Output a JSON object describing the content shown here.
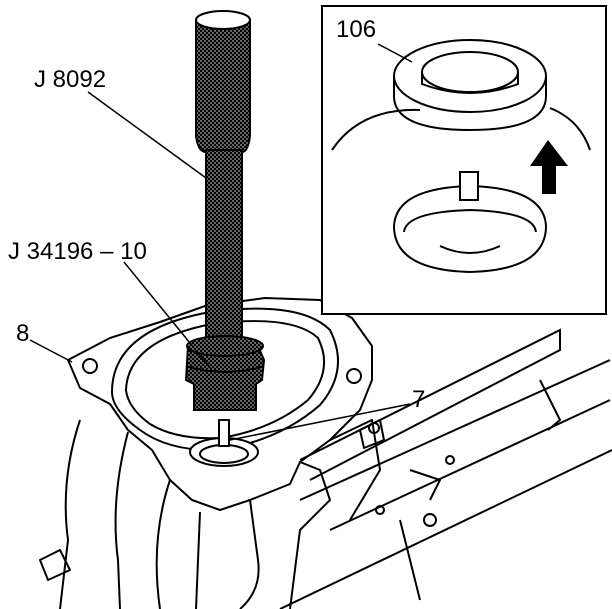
{
  "labels": {
    "tool_j8092": "J 8092",
    "tool_j34196": "J 34196 – 10",
    "part_8": "8",
    "part_7": "7",
    "part_106": "106"
  }
}
